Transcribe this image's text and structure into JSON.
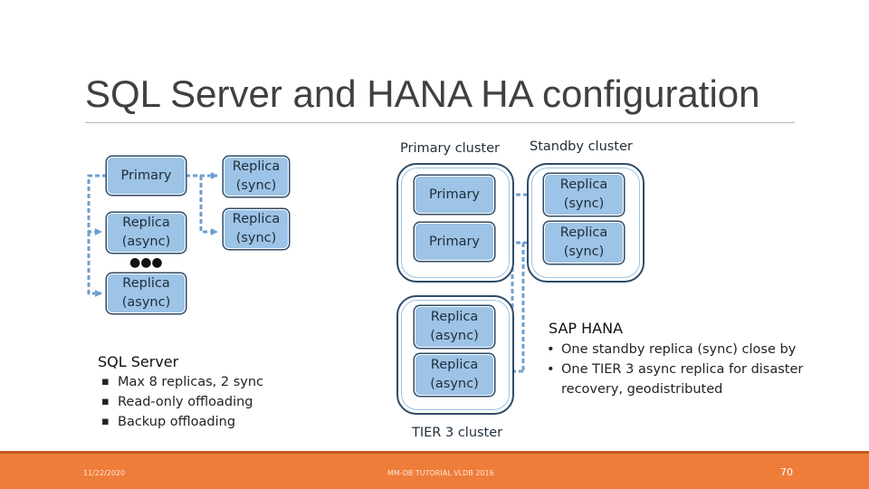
{
  "title": "SQL Server and HANA HA configuration",
  "left": {
    "boxes": {
      "primary": "Primary",
      "replica_sync_1": "Replica\n(sync)",
      "replica_async_1": "Replica\n(async)",
      "replica_sync_2": "Replica\n(sync)",
      "replica_async_2": "Replica\n(async)"
    },
    "ellipsis": "●●●",
    "heading": "SQL Server",
    "bullets": [
      "Max 8 replicas, 2 sync",
      "Read-only offloading",
      "Backup offloading"
    ]
  },
  "right": {
    "primary_cluster_label": "Primary cluster",
    "standby_cluster_label": "Standby cluster",
    "tier3_label": "TIER 3 cluster",
    "boxes": {
      "primary_1": "Primary",
      "primary_2": "Primary",
      "standby_1": "Replica\n(sync)",
      "standby_2": "Replica\n(sync)",
      "tier3_1": "Replica\n(async)",
      "tier3_2": "Replica\n(async)"
    },
    "heading": "SAP HANA",
    "bullets": [
      "One standby replica (sync) close by",
      "One TIER 3 async replica for disaster recovery, geodistributed"
    ]
  },
  "footer": {
    "date": "11/22/2020",
    "center": "MM-DB TUTORIAL VLDB 2016",
    "page": "70",
    "accent": "#ee7d3a"
  },
  "colors": {
    "box_fill": "#9dc3e6",
    "box_border": "#2f4a66",
    "connector": "#6f9fd0"
  }
}
